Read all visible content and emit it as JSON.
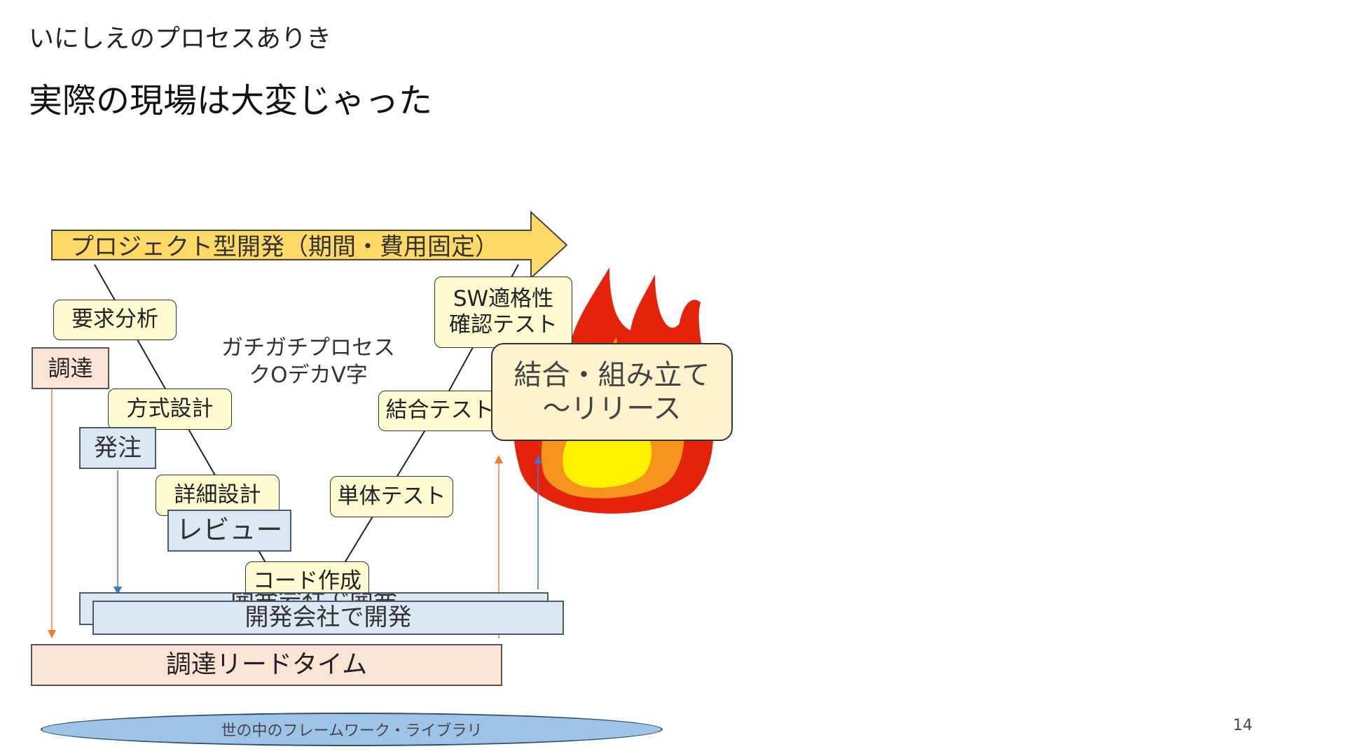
{
  "slide": {
    "subtitle": "いにしえのプロセスありき",
    "title": "実際の現場は大変じゃった",
    "page_number": "14"
  },
  "arrow": {
    "label": "プロジェクト型開発（期間・費用固定）"
  },
  "v_model": {
    "caption_line1": "ガチガチプロセス",
    "caption_line2": "クOデカV字",
    "left": [
      "要求分析",
      "方式設計",
      "詳細設計",
      "コード作成"
    ],
    "right": [
      "単体テスト",
      "結合テスト",
      "SW適格性",
      "確認テスト"
    ]
  },
  "procurement": {
    "procure": "調達",
    "order": "発注",
    "review": "レビュー",
    "dev_back": "開発会社で開発",
    "dev": "開発会社で開発",
    "lead_time": "調達リードタイム"
  },
  "callout": {
    "line1": "結合・組み立て",
    "line2": "～リリース"
  },
  "foundation": {
    "label": "世の中のフレームワーク・ライブラリ"
  },
  "colors": {
    "arrow_fill": "#ffd966",
    "box_yellow": "#fefbd0",
    "box_pink": "#fbe3d6",
    "box_blue": "#dce7f3",
    "callout": "#fff2cc",
    "foundation": "#9dc3e6",
    "orange_arrow": "#ed7d31",
    "blue_arrow": "#4472c4"
  },
  "icons": {
    "fire": "fire-icon"
  }
}
